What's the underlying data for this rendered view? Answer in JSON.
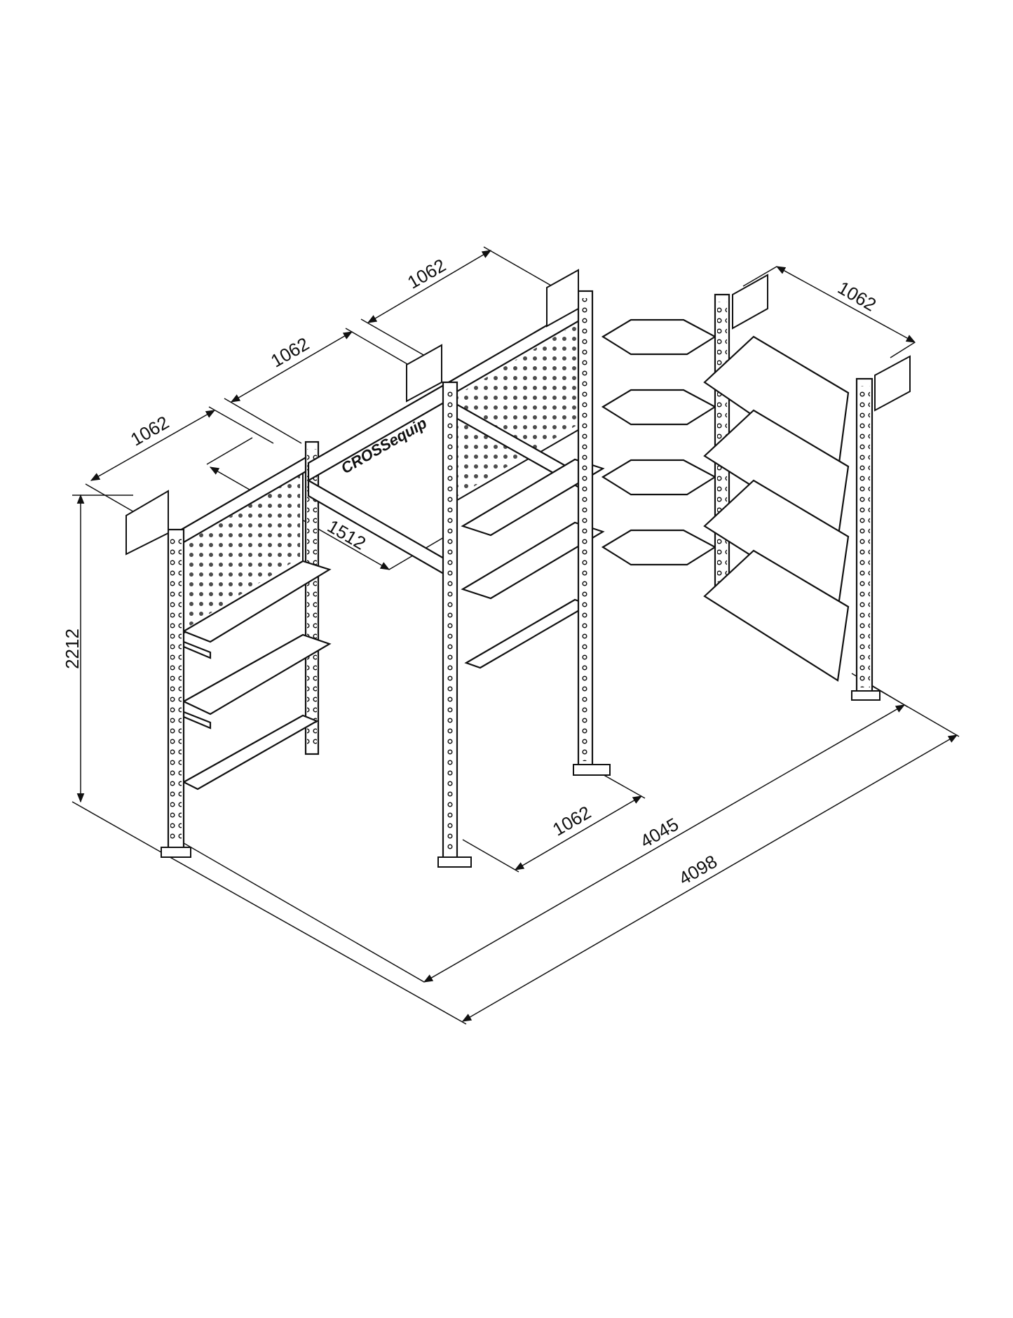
{
  "brand": {
    "logo_text": "CROSSequip"
  },
  "dimensions": {
    "height": "2212",
    "depth_left": "1062",
    "width_segment_1": "1062",
    "width_segment_2": "1062",
    "width_segment_right": "1062",
    "inner_depth": "1512",
    "bottom_depth": "1062",
    "total_length_inner": "4045",
    "total_length_outer": "4098"
  },
  "colors": {
    "line": "#111111",
    "background": "#ffffff"
  }
}
